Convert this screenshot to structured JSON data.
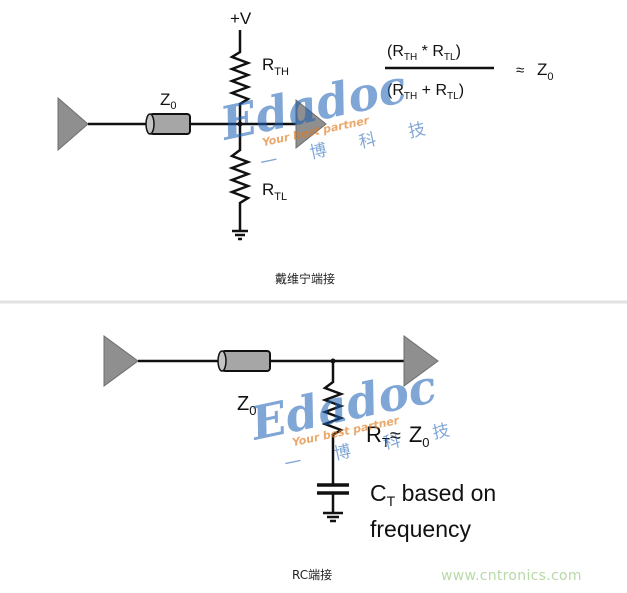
{
  "colors": {
    "wire": "#111111",
    "buffer_fill": "#8f8f8f",
    "cable_fill": "#a6a6a6",
    "divider": "#e2e2e2",
    "watermark_blue": "#1a5fb4",
    "watermark_orange": "#e07a1f",
    "site_green": "#b8d9a8"
  },
  "thevenin": {
    "supply": "+V",
    "cable_label": {
      "main": "Z",
      "sub": "0"
    },
    "upper_resistor": {
      "main": "R",
      "sub": "TH"
    },
    "lower_resistor": {
      "main": "R",
      "sub": "TL"
    },
    "formula": {
      "numerator": {
        "open": "(R",
        "sub1": "TH",
        "mid": " * R",
        "sub2": "TL",
        "close": ")"
      },
      "denominator": {
        "open": "(R",
        "sub1": "TH",
        "mid": " + R",
        "sub2": "TL",
        "close": ")"
      },
      "approx": "≈",
      "result": {
        "main": "Z",
        "sub": "0"
      }
    },
    "caption": "戴维宁端接"
  },
  "rc": {
    "cable_label": {
      "main": "Z",
      "sub": "0"
    },
    "resistor_label": {
      "main": "R",
      "sub": "T",
      "approx": "≈",
      "z": "Z",
      "zsub": "0"
    },
    "capacitor_label": {
      "main": "C",
      "sub": "T",
      "rest": " based on",
      "line2": "frequency"
    },
    "caption": "RC端接"
  },
  "watermark": {
    "logo": "Edadoc",
    "tagline": "Your best partner",
    "chinese": "一 博 科 技"
  },
  "site": "www.cntronics.com"
}
